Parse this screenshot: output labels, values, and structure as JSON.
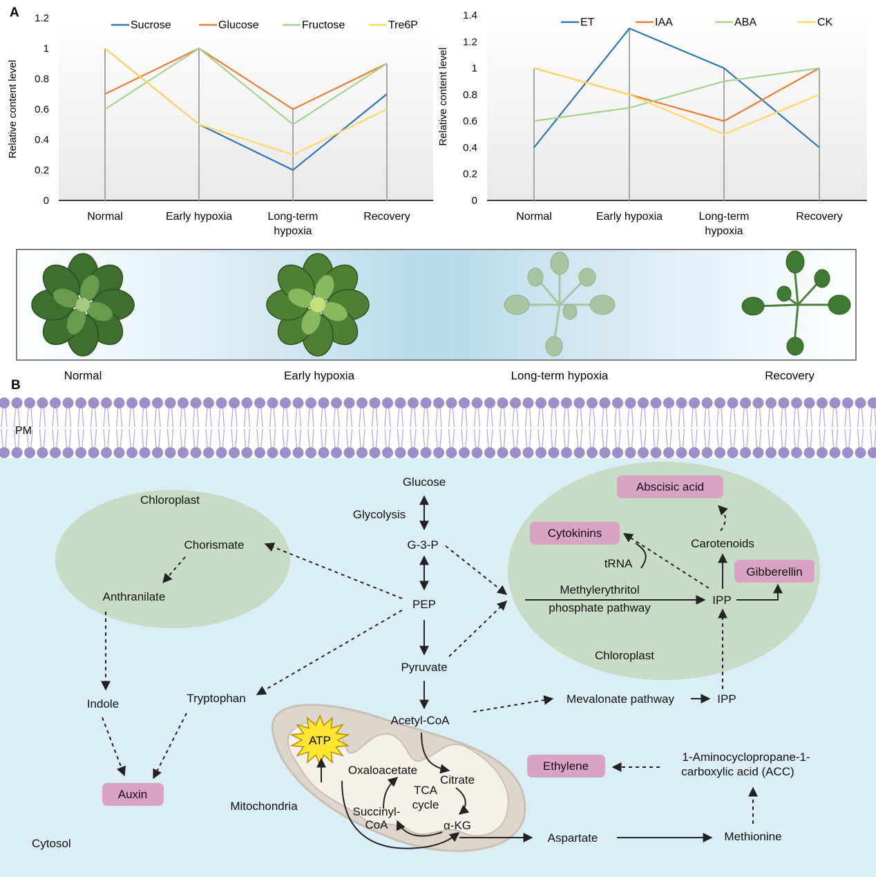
{
  "panel_labels": {
    "a": "A",
    "b": "B"
  },
  "colors": {
    "sucrose": "#2e75b6",
    "glucose": "#ed7d31",
    "fructose": "#a9d18e",
    "tre6p": "#ffd966",
    "cytosol_bg": "#daeef5",
    "chloroplast_fill": "#c7dcc4",
    "hormone_box": "#d9a3c3",
    "membrane": "#9d8ec7",
    "atp_burst": "#ffe633"
  },
  "chart_data": [
    {
      "type": "line",
      "categories": [
        "Normal",
        "Early hypoxia",
        "Long-term hypoxia",
        "Recovery"
      ],
      "ylabel": "Relative content level",
      "ylim": [
        0,
        1.2
      ],
      "yticks": [
        "0",
        "0.2",
        "0.4",
        "0.6",
        "0.8",
        "1",
        "1.2"
      ],
      "legend_position": "top",
      "series": [
        {
          "name": "Sucrose",
          "values": [
            1.0,
            0.5,
            0.2,
            0.7
          ],
          "color": "#2e75b6"
        },
        {
          "name": "Glucose",
          "values": [
            0.7,
            1.0,
            0.6,
            0.9
          ],
          "color": "#ed7d31"
        },
        {
          "name": "Fructose",
          "values": [
            0.6,
            1.0,
            0.5,
            0.9
          ],
          "color": "#a9d18e"
        },
        {
          "name": "Tre6P",
          "values": [
            1.0,
            0.5,
            0.3,
            0.6
          ],
          "color": "#ffd966"
        }
      ]
    },
    {
      "type": "line",
      "categories": [
        "Normal",
        "Early hypoxia",
        "Long-term hypoxia",
        "Recovery"
      ],
      "ylabel": "Relative content level",
      "ylim": [
        0,
        1.4
      ],
      "yticks": [
        "0",
        "0.2",
        "0.4",
        "0.6",
        "0.8",
        "1",
        "1.2",
        "1.4"
      ],
      "legend_position": "top",
      "series": [
        {
          "name": "ET",
          "values": [
            0.4,
            1.3,
            1.0,
            0.4
          ],
          "color": "#2e75b6"
        },
        {
          "name": "IAA",
          "values": [
            1.0,
            0.8,
            0.6,
            1.0
          ],
          "color": "#ed7d31"
        },
        {
          "name": "ABA",
          "values": [
            0.6,
            0.7,
            0.9,
            1.0
          ],
          "color": "#a9d18e"
        },
        {
          "name": "CK",
          "values": [
            1.0,
            0.8,
            0.5,
            0.8
          ],
          "color": "#ffd966"
        }
      ]
    }
  ],
  "stages": [
    "Normal",
    "Early hypoxia",
    "Long-term hypoxia",
    "Recovery"
  ],
  "pathway": {
    "pm": "PM",
    "cytosol": "Cytosol",
    "chloroplast": "Chloroplast",
    "mitochondria": "Mitochondria",
    "glucose": "Glucose",
    "glycolysis": "Glycolysis",
    "g3p": "G-3-P",
    "pep": "PEP",
    "pyruvate": "Pyruvate",
    "acetyl_coa": "Acetyl-CoA",
    "chorismate": "Chorismate",
    "anthranilate": "Anthranilate",
    "indole": "Indole",
    "tryptophan": "Tryptophan",
    "auxin": "Auxin",
    "abscisic_acid": "Abscisic acid",
    "cytokinins": "Cytokinins",
    "gibberellin": "Gibberellin",
    "carotenoids": "Carotenoids",
    "trna": "tRNA",
    "mep_line1": "Methylerythritol",
    "mep_line2": "phosphate pathway",
    "ipp": "IPP",
    "mevalonate": "Mevalonate pathway",
    "atp": "ATP",
    "oxaloacetate": "Oxaloacetate",
    "citrate": "Citrate",
    "tca_line1": "TCA",
    "tca_line2": "cycle",
    "succinyl_line1": "Succinyl-",
    "succinyl_line2": "CoA",
    "akg": "α-KG",
    "aspartate": "Aspartate",
    "methionine": "Methionine",
    "acc_line1": "1-Aminocyclopropane-1-",
    "acc_line2": "carboxylic acid (ACC)",
    "ethylene": "Ethylene"
  }
}
